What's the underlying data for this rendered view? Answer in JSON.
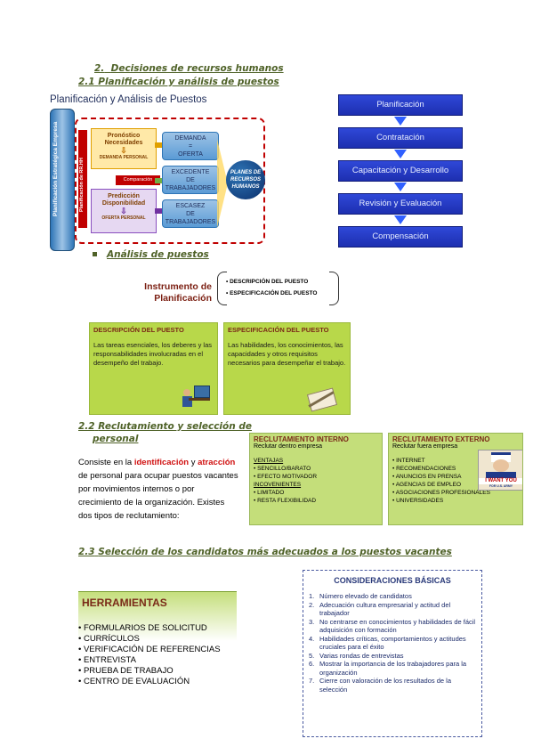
{
  "headings": {
    "h2": {
      "num": "2.",
      "text": "Decisiones de recursos humanos"
    },
    "h21": {
      "num": "2.1",
      "text": "Planificación y análisis de puestos"
    },
    "analisis": "Análisis de puestos",
    "h22_num": "2.2",
    "h22_line1": "Reclutamiento y selección de",
    "h22_line2": "personal",
    "h23": {
      "num": "2.3",
      "text": "Selección de los candidatos más adecuados a los puestos vacantes"
    }
  },
  "diagram1": {
    "title": "Planificación y Análisis de Puestos",
    "vertical_left": "Planificación Estratégica Empresa",
    "vertical_inner": "Planificación de RR.HH",
    "pronostico": "Pronóstico\nNecesidades",
    "demanda_personal": "DEMANDA PERSONAL",
    "comparacion": "Comparación",
    "prediccion": "Predicción\nDisponibilidad",
    "oferta_personal": "OFERTA PERSONAL",
    "box1": "DEMANDA\n=\nOFERTA",
    "box2": "EXCEDENTE\nDE\nTRABAJADORES",
    "box3": "ESCASEZ\nDE\nTRABAJADORES",
    "circle": "PLANES DE\nRECURSOS\nHUMANOS"
  },
  "flow": [
    "Planificación",
    "Contratación",
    "Capacitación y Desarrollo",
    "Revisión y Evaluación",
    "Compensación"
  ],
  "instrumento": {
    "label_line1": "Instrumento de",
    "label_line2": "Planificación",
    "items": [
      "• DESCRIPCIÓN DEL PUESTO",
      "• ESPECIFICACIÓN DEL PUESTO"
    ]
  },
  "descripcion_card": {
    "title": "DESCRIPCIÓN DEL PUESTO",
    "body": "Las tareas esenciales, los deberes y las responsabilidades involucradas en el desempeño del trabajo."
  },
  "especificacion_card": {
    "title": "ESPECIFICACIÓN DEL PUESTO",
    "body": "Las habilidades, los conocimientos, las capacidades y otros requisitos necesarios para desempeñar el trabajo."
  },
  "reclutamiento_para": {
    "p1": "Consiste en la ",
    "red1": "identificación",
    "p2": " y ",
    "red2": "atracción",
    "p3": " de personal para ocupar puestos vacantes por movimientos internos o por crecimiento de la organización. Existes dos tipos de reclutamiento:"
  },
  "rec_interno": {
    "title": "RECLUTAMIENTO INTERNO",
    "subtitle": "Reclutar dentro empresa",
    "ventajas": "VENTAJAS",
    "ventajas_items": [
      "• SENCILLO/BARATO",
      "• EFECTO MOTIVADOR"
    ],
    "inconvenientes": "INCOVENIENTES",
    "inconvenientes_items": [
      "• LIMITADO",
      "• RESTA FLEXIBILIDAD"
    ]
  },
  "rec_externo": {
    "title": "RECLUTAMIENTO EXTERNO",
    "subtitle": "Reclutar fuera empresa",
    "items": [
      "• INTERNET",
      "• RECOMENDACIONES",
      "• ANUNCIOS EN PRENSA",
      "• AGENCIAS DE EMPLEO",
      "• ASOCIACIONES PROFESIONALES",
      "• UNIVERSIDADES"
    ],
    "poster_top": "I WANT YOU",
    "poster_bottom": "FOR U.S. ARMY"
  },
  "herramientas": {
    "title": "HERRAMIENTAS",
    "items": [
      "• FORMULARIOS DE SOLICITUD",
      "• CURRÍCULOS",
      "• VERIFICACIÓN DE REFERENCIAS",
      "• ENTREVISTA",
      "• PRUEBA DE TRABAJO",
      "• CENTRO DE EVALUACIÓN"
    ]
  },
  "consideraciones": {
    "title": "CONSIDERACIONES BÁSICAS",
    "items": [
      {
        "n": "1.",
        "t": "Número elevado de candidatos"
      },
      {
        "n": "2.",
        "t": "Adecuación cultura empresarial y actitud del trabajador"
      },
      {
        "n": "3.",
        "t": "No centrarse en conocimientos y habilidades de fácil adquisición con formación"
      },
      {
        "n": "4.",
        "t": "Habilidades críticas, comportamientos y actitudes cruciales para el éxito"
      },
      {
        "n": "5.",
        "t": "Varias rondas de entrevistas"
      },
      {
        "n": "6.",
        "t": "Mostrar la importancia de los trabajadores para la organización"
      },
      {
        "n": "7.",
        "t": "Cierre con valoración de los resultados de la selección"
      }
    ]
  }
}
